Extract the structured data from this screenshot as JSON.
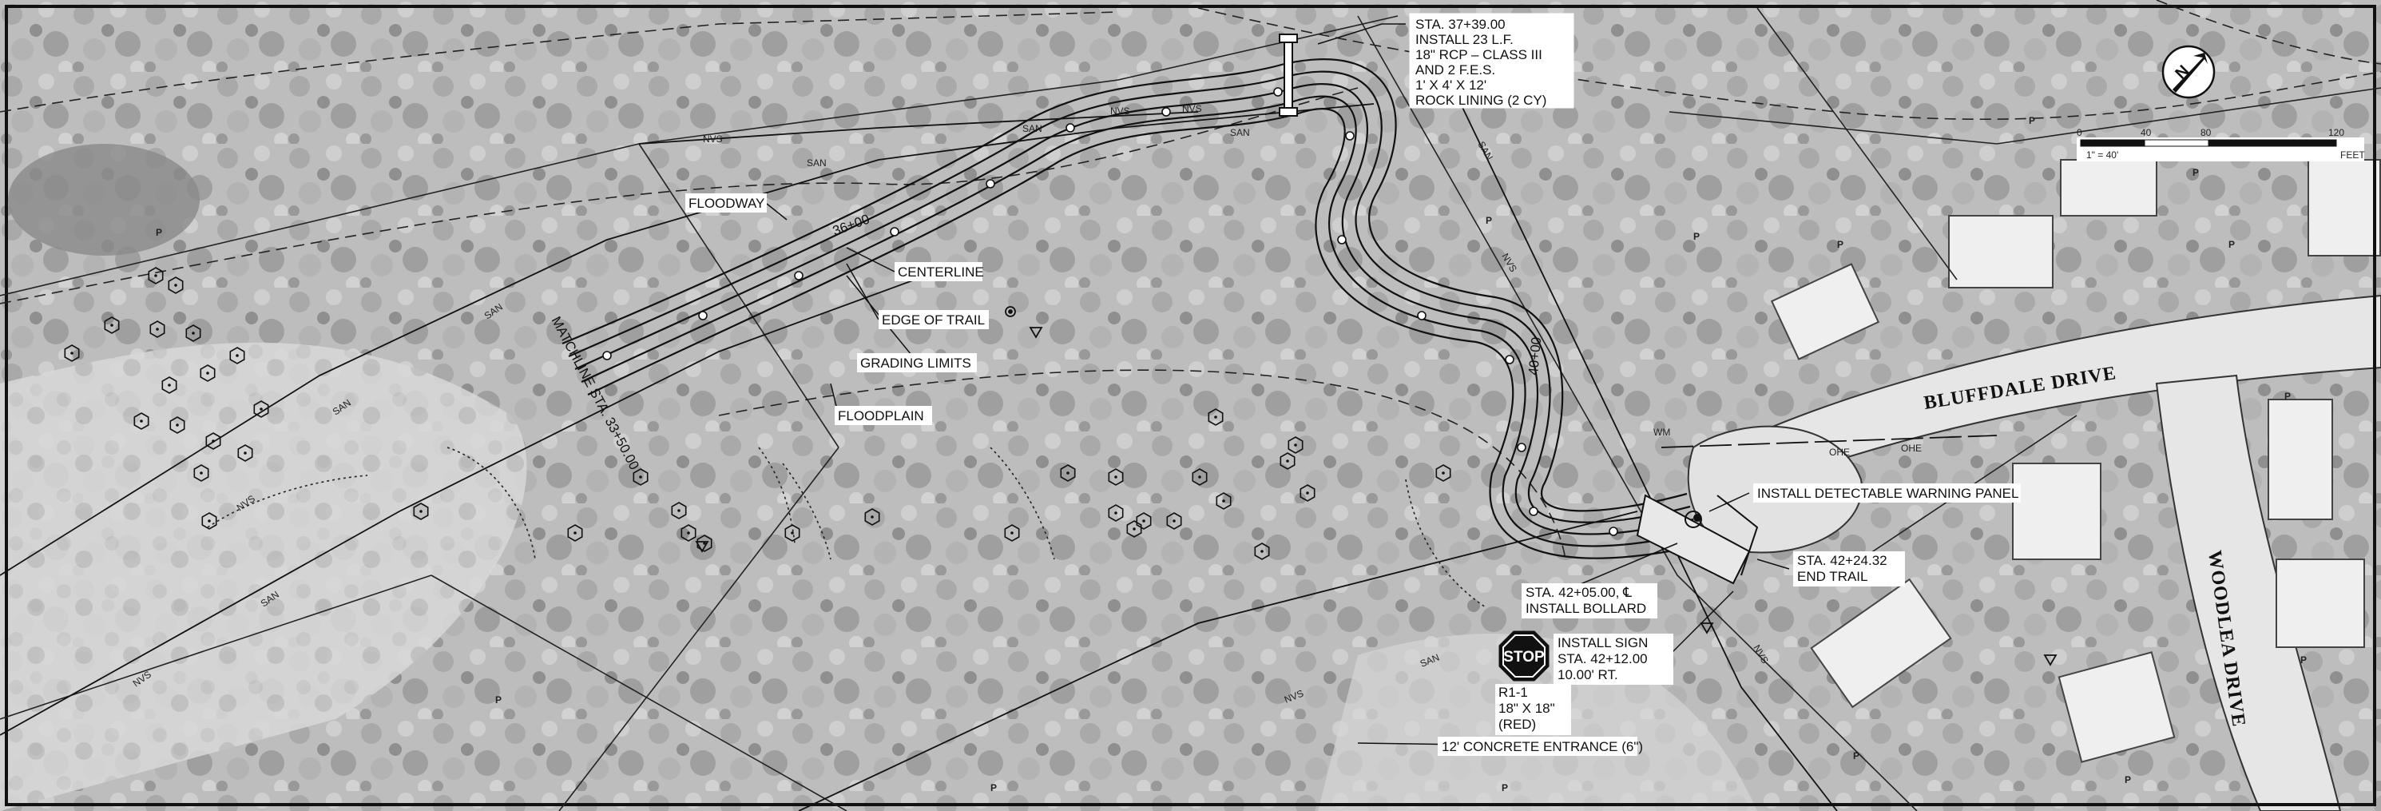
{
  "callouts": {
    "pipe": [
      "STA. 37+39.00",
      "INSTALL 23 L.F.",
      "18\" RCP – CLASS III",
      "AND 2 F.E.S.",
      "1' X 4' X 12'",
      "ROCK LINING (2 CY)"
    ],
    "floodway": "FLOODWAY",
    "centerline": "CENTERLINE",
    "edge_of_trail": "EDGE OF TRAIL",
    "grading_limits": "GRADING LIMITS",
    "floodplain": "FLOODPLAIN",
    "matchline": "MATCHLINE STA. 33+50.00",
    "station_36": "36+00",
    "station_40": "40+00",
    "detectable_warning": "INSTALL DETECTABLE WARNING PANEL",
    "end_trail": [
      "STA. 42+24.32",
      "END TRAIL"
    ],
    "bollard": [
      "STA. 42+05.00, ℄",
      "INSTALL BOLLARD"
    ],
    "install_sign": [
      "INSTALL SIGN",
      "STA. 42+12.00",
      "10.00' RT."
    ],
    "sign_spec": [
      "R1-1",
      "18\" X 18\"",
      "(RED)"
    ],
    "stop_sign": "STOP",
    "concrete_entrance": "12' CONCRETE ENTRANCE (6\")"
  },
  "streets": {
    "bluffdale": "BLUFFDALE DRIVE",
    "woodlea": "WOODLEA DRIVE"
  },
  "utility_labels": {
    "nvs": "NVS",
    "san": "SAN",
    "ohe": "OHE",
    "p": "P",
    "wm": "WM"
  },
  "scale": {
    "ticks": [
      "0",
      "40",
      "80",
      "120"
    ],
    "unit": "FEET",
    "ratio": "1\" = 40'"
  },
  "north_arrow": {
    "icon": "north-arrow-icon",
    "label": "N"
  },
  "colors": {
    "ink": "#111111",
    "background": "#c9c9c9"
  }
}
